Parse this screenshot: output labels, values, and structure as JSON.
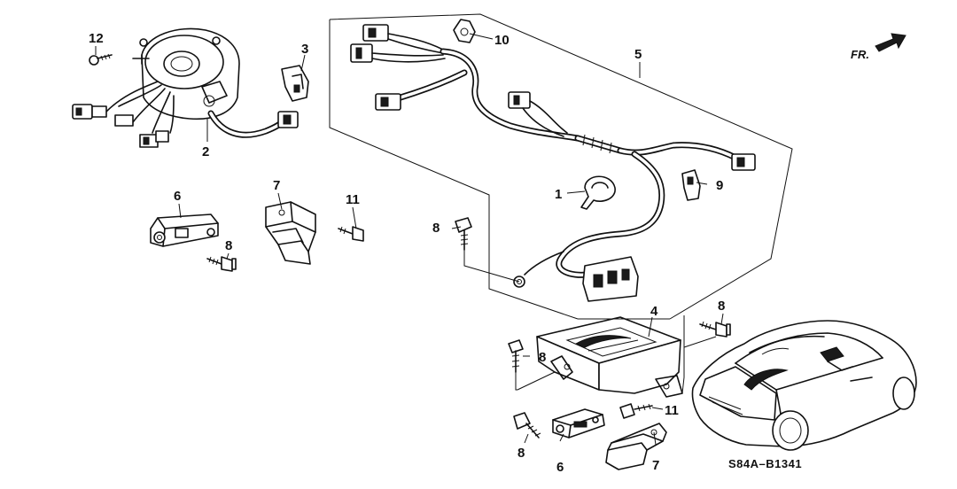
{
  "diagram_code": "S84A–B1341",
  "direction_label": "FR.",
  "callouts": [
    {
      "id": "c1",
      "text": "1"
    },
    {
      "id": "c2",
      "text": "2"
    },
    {
      "id": "c3",
      "text": "3"
    },
    {
      "id": "c4",
      "text": "4"
    },
    {
      "id": "c5",
      "text": "5"
    },
    {
      "id": "c6a",
      "text": "6"
    },
    {
      "id": "c6b",
      "text": "6"
    },
    {
      "id": "c7a",
      "text": "7"
    },
    {
      "id": "c7b",
      "text": "7"
    },
    {
      "id": "c8a",
      "text": "8"
    },
    {
      "id": "c8b",
      "text": "8"
    },
    {
      "id": "c8c",
      "text": "8"
    },
    {
      "id": "c8d",
      "text": "8"
    },
    {
      "id": "c8e",
      "text": "8"
    },
    {
      "id": "c9",
      "text": "9"
    },
    {
      "id": "c10",
      "text": "10"
    },
    {
      "id": "c11a",
      "text": "11"
    },
    {
      "id": "c11b",
      "text": "11"
    },
    {
      "id": "c12",
      "text": "12"
    }
  ],
  "icons": {
    "direction_arrow": "front-direction-arrow-icon",
    "vehicle": "car-silhouette-icon"
  }
}
